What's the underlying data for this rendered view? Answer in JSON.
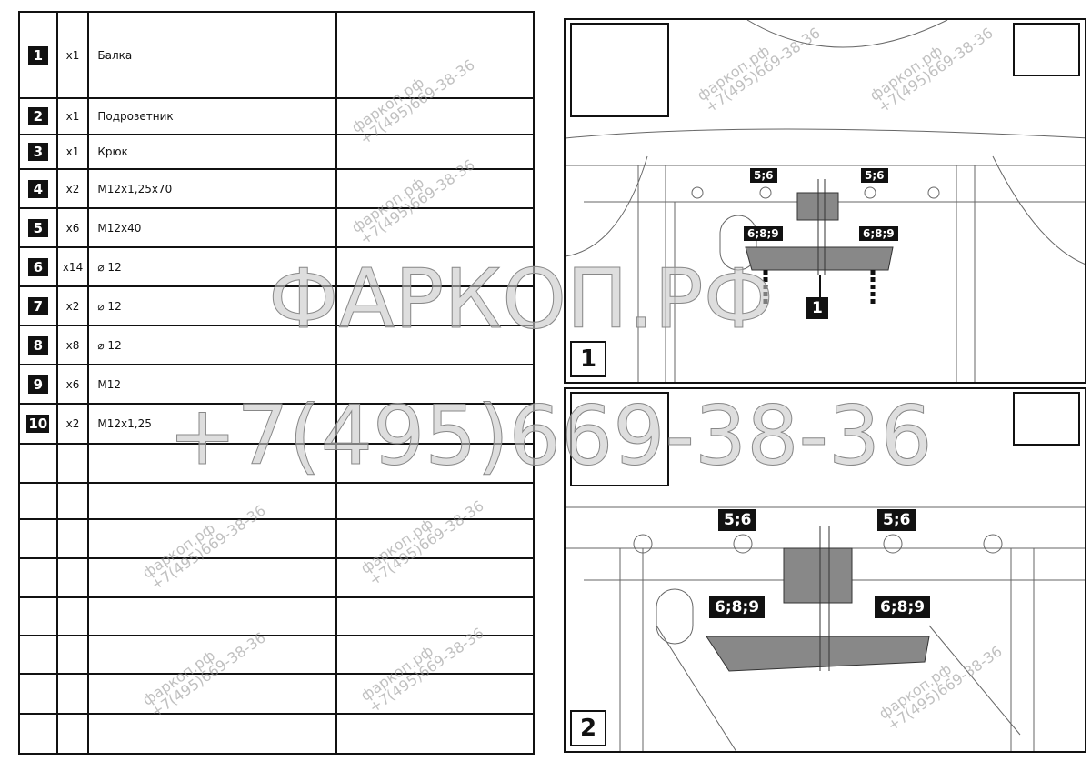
{
  "parts": [
    {
      "no": "1",
      "qty": "x1",
      "desc": "Балка"
    },
    {
      "no": "2",
      "qty": "x1",
      "desc": "Подрозетник"
    },
    {
      "no": "3",
      "qty": "x1",
      "desc": "Крюк"
    },
    {
      "no": "4",
      "qty": "x2",
      "desc": "M12x1,25x70"
    },
    {
      "no": "5",
      "qty": "x6",
      "desc": "M12x40"
    },
    {
      "no": "6",
      "qty": "x14",
      "desc": "⌀ 12"
    },
    {
      "no": "7",
      "qty": "x2",
      "desc": "⌀ 12"
    },
    {
      "no": "8",
      "qty": "x8",
      "desc": "⌀ 12"
    },
    {
      "no": "9",
      "qty": "x6",
      "desc": "M12"
    },
    {
      "no": "10",
      "qty": "x2",
      "desc": "M12x1,25"
    }
  ],
  "steps": [
    {
      "number": "1",
      "labels": {
        "top_left": "5;6",
        "top_right": "5;6",
        "mid_left": "6;8;9",
        "mid_right": "6;8;9",
        "part": "1"
      }
    },
    {
      "number": "2",
      "labels": {
        "top_left": "5;6",
        "top_right": "5;6",
        "mid_left": "6;8;9",
        "mid_right": "6;8;9"
      }
    }
  ],
  "watermark": {
    "site": "фаркоп.рф",
    "phone": "+7(495)669-38-36",
    "big_site": "ФАРКОП.РФ",
    "big_phone": "+7(495)669-38-36"
  }
}
